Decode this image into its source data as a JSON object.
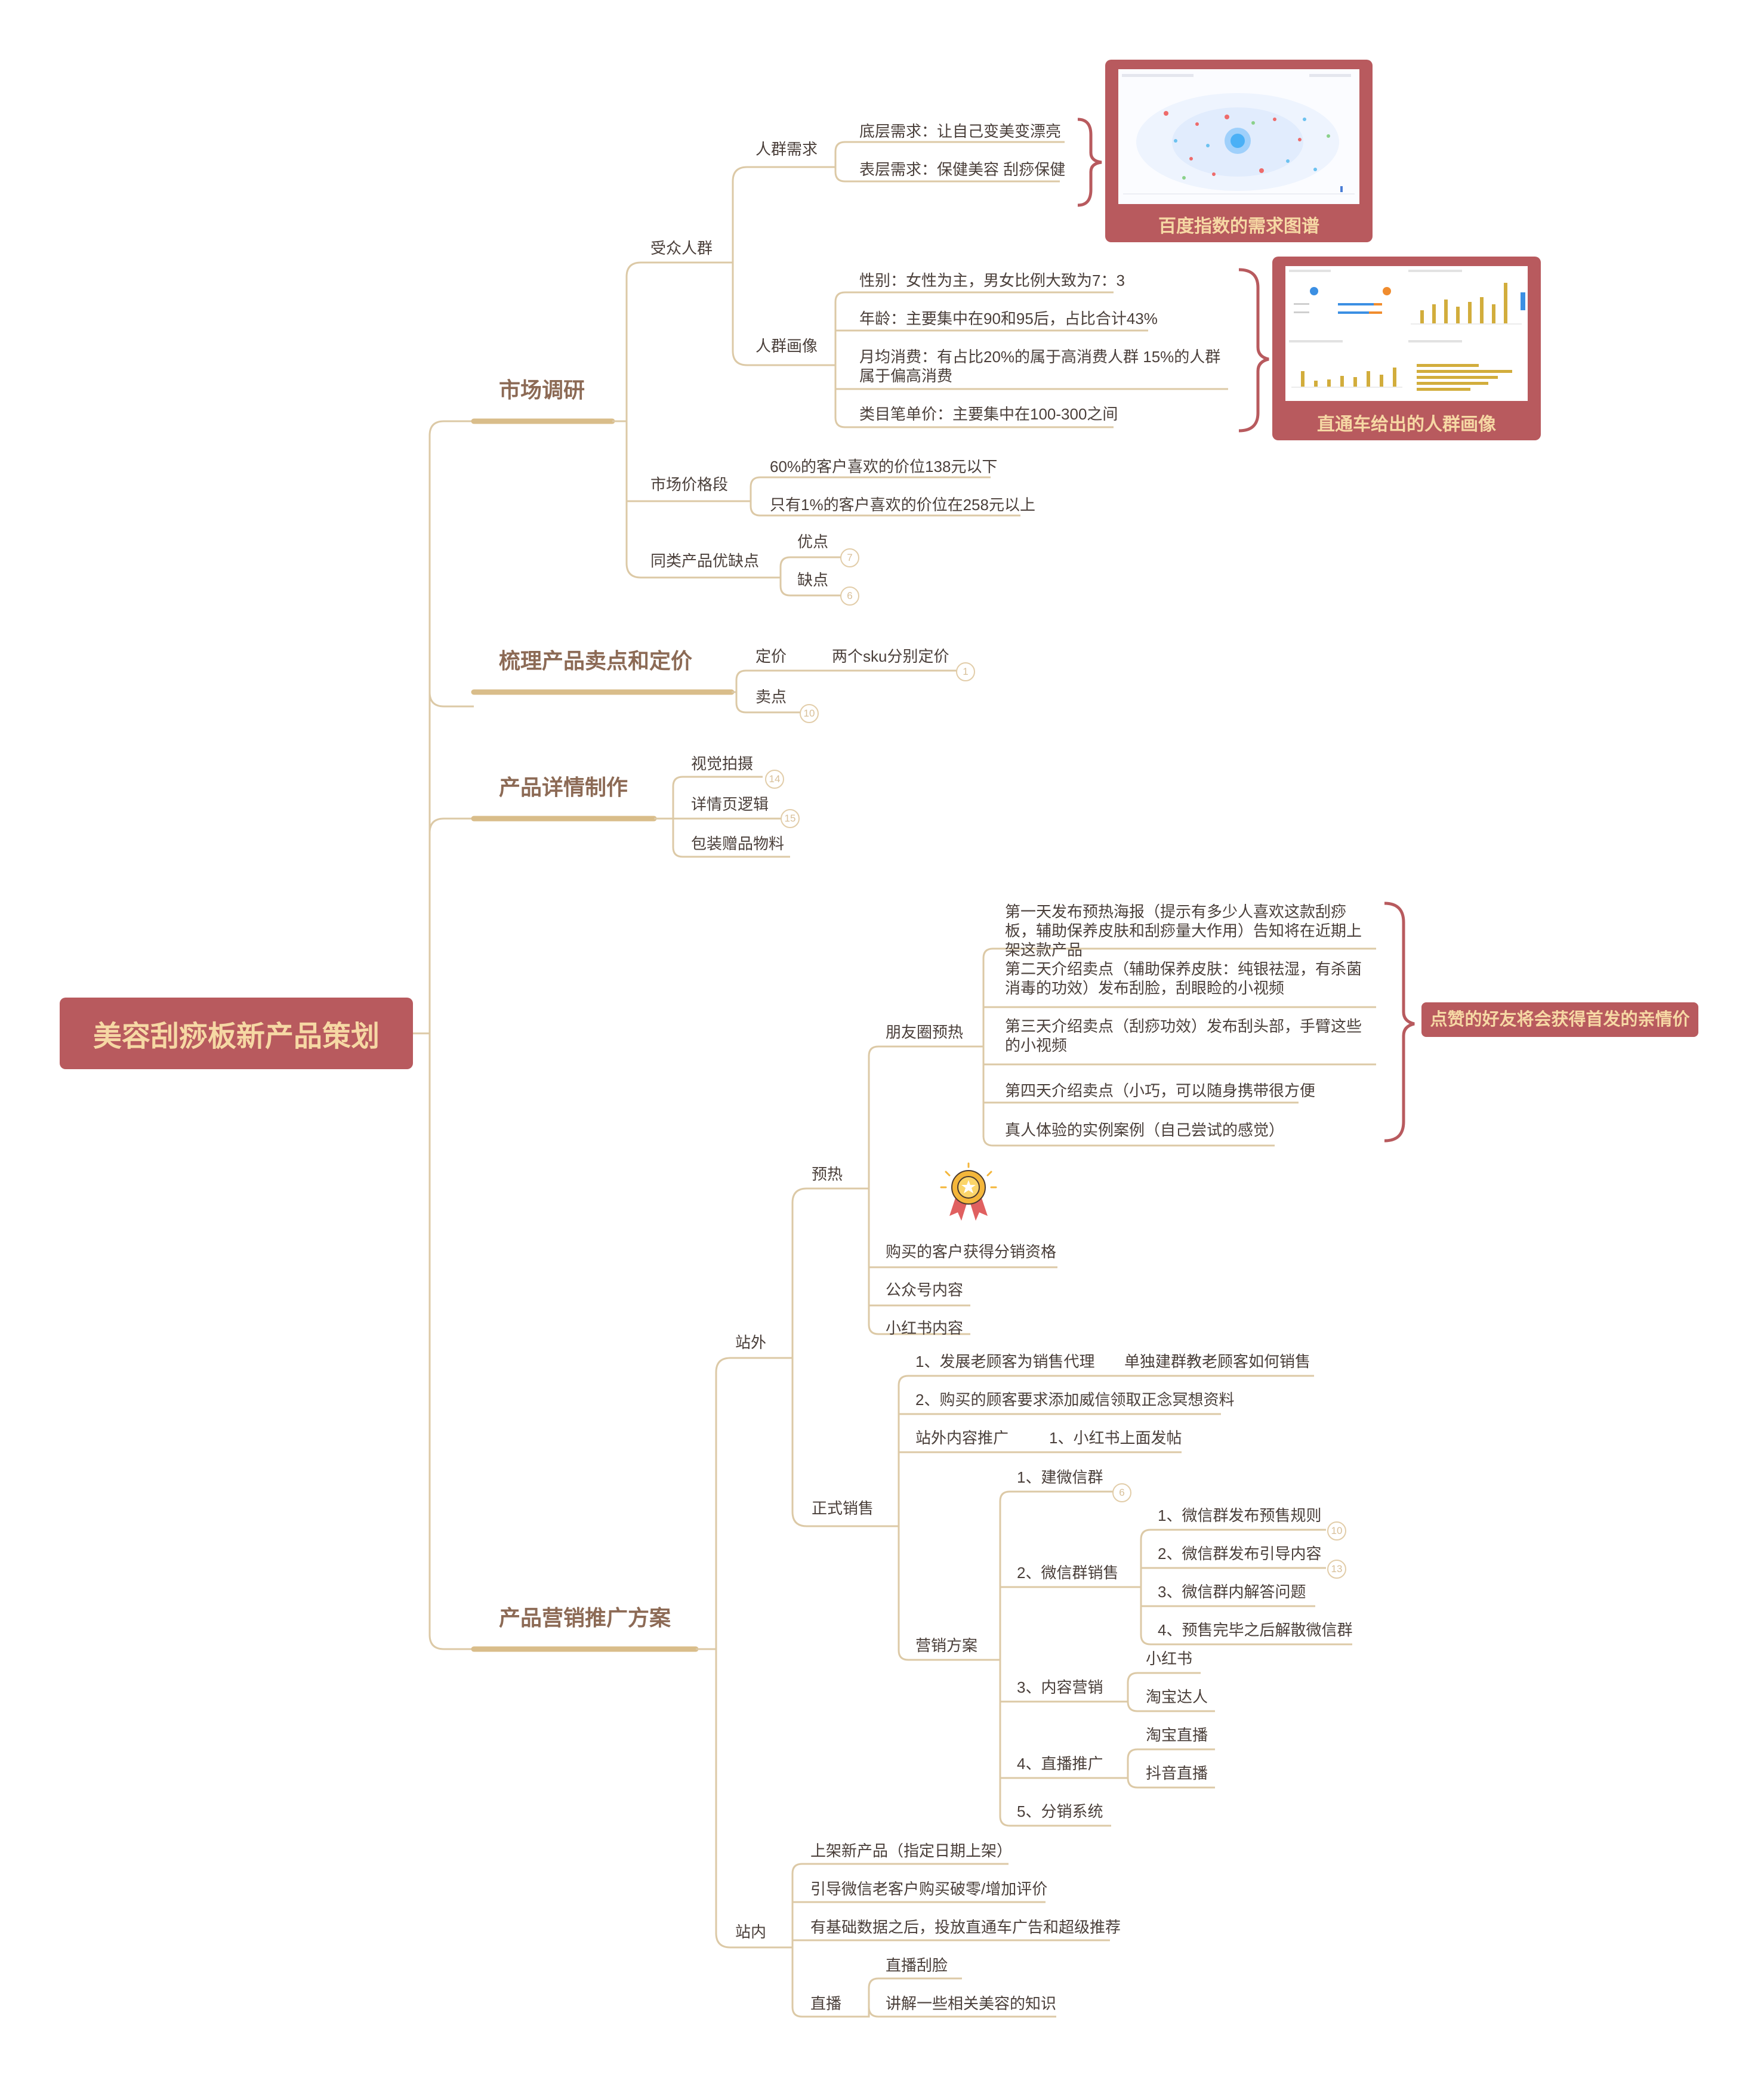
{
  "root": "美容刮痧板新产品策划",
  "s1": {
    "title": "市场调研",
    "audience": "受众人群",
    "needs": "人群需求",
    "need1": "底层需求：让自己变美变漂亮",
    "need2": "表层需求：保健美容 刮痧保健",
    "portrait": "人群画像",
    "p1": "性别：女性为主，男女比例大致为7：3",
    "p2": "年龄：主要集中在90和95后，占比合计43%",
    "p3": "月均消费：有占比20%的属于高消费人群  15%的人群属于偏高消费",
    "p4": "类目笔单价：主要集中在100-300之间",
    "price_range": "市场价格段",
    "pr1": "60%的客户喜欢的价位138元以下",
    "pr2": "只有1%的客户喜欢的价位在258元以上",
    "pros_cons": "同类产品优缺点",
    "pros": "优点",
    "pros_n": "7",
    "cons": "缺点",
    "cons_n": "6",
    "img1_caption": "百度指数的需求图谱",
    "img2_caption": "直通车给出的人群画像"
  },
  "s2": {
    "title": "梳理产品卖点和定价",
    "pricing": "定价",
    "pricing_child": "两个sku分别定价",
    "pricing_n": "1",
    "selling": "卖点",
    "selling_n": "10"
  },
  "s3": {
    "title": "产品详情制作",
    "v1": "视觉拍摄",
    "v1_n": "14",
    "v2": "详情页逻辑",
    "v2_n": "15",
    "v3": "包装赠品物料"
  },
  "s4": {
    "title": "产品营销推广方案",
    "offsite": "站外",
    "warmup": "预热",
    "moments": "朋友圈预热",
    "m1": "第一天发布预热海报（提示有多少人喜欢这款刮痧板，辅助保养皮肤和刮痧量大作用）告知将在近期上架这款产品",
    "m2": "第二天介绍卖点（辅助保养皮肤：纯银祛湿，有杀菌消毒的功效）发布刮脸，刮眼睑的小视频",
    "m3": "第三天介绍卖点（刮痧功效）发布刮头部，手臂这些的小视频",
    "m4": "第四天介绍卖点（小巧，可以随身携带很方便",
    "m5": "真人体验的实例案例（自己尝试的感觉）",
    "callout": "点赞的好友将会获得首发的亲情价",
    "w2": "购买的客户获得分销资格",
    "w3": "公众号内容",
    "w4": "小红书内容",
    "formal": "正式销售",
    "f1": "1、发展老顾客为销售代理",
    "f1c": "单独建群教老顾客如何销售",
    "f2": "2、购买的顾客要求添加威信领取正念冥想资料",
    "f3": "站外内容推广",
    "f3c": "1、小红书上面发帖",
    "plan": "营销方案",
    "pl1": "1、建微信群",
    "pl1_n": "6",
    "pl2": "2、微信群销售",
    "pl2a": "1、微信群发布预售规则",
    "pl2a_n": "10",
    "pl2b": "2、微信群发布引导内容",
    "pl2b_n": "13",
    "pl2c": "3、微信群内解答问题",
    "pl2d": "4、预售完毕之后解散微信群",
    "pl3": "3、内容营销",
    "pl3a": "小红书",
    "pl3b": "淘宝达人",
    "pl4": "4、直播推广",
    "pl4a": "淘宝直播",
    "pl4b": "抖音直播",
    "pl5": "5、分销系统",
    "onsite": "站内",
    "o1": "上架新产品（指定日期上架）",
    "o2": "引导微信老客户购买破零/增加评价",
    "o3": "有基础数据之后，投放直通车广告和超级推荐",
    "live": "直播",
    "live1": "直播刮脸",
    "live2": "讲解一些相关美容的知识"
  },
  "colors": {
    "accent": "#b85a5e",
    "line": "#dcc9a6",
    "caption": "#f6d8a4"
  }
}
